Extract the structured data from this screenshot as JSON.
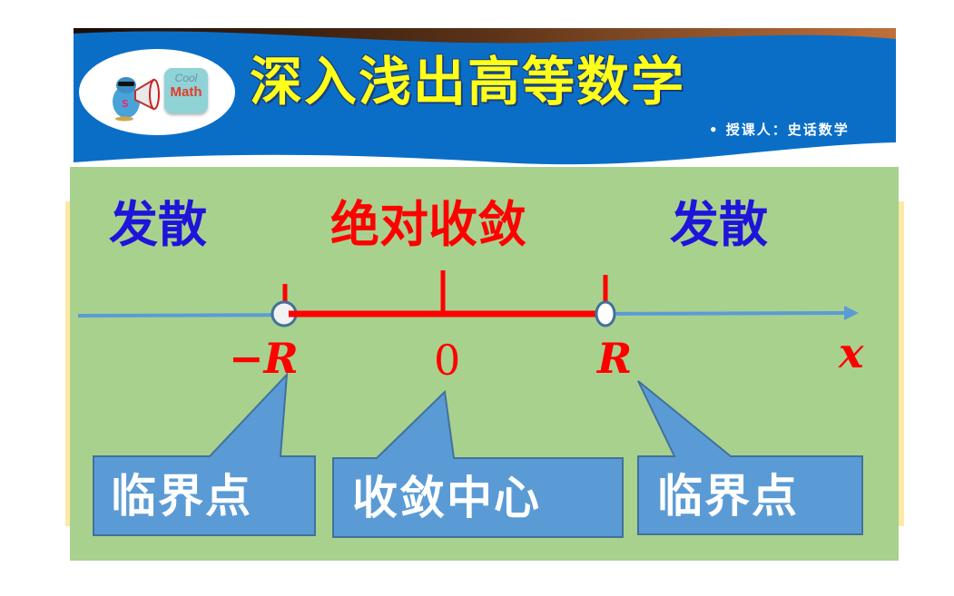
{
  "banner": {
    "title": "深入浅出高等数学",
    "subtitle": "• 授课人：史话数学",
    "logo_icons": [
      "mascot-bird-megaphone-icon",
      "cool-math-app-icon"
    ],
    "coolmath_line1": "Cool",
    "coolmath_line2": "Math",
    "colors": {
      "background": "#0a6ec7",
      "title": "#ffff1a",
      "subtitle": "#ffffff"
    }
  },
  "diagram": {
    "region_labels": {
      "left": "发散",
      "center": "绝对收敛",
      "right": "发散"
    },
    "axis": {
      "variable": "x",
      "points": [
        {
          "label": "−R",
          "kind": "open-circle",
          "role": "endpoint"
        },
        {
          "label": "0",
          "kind": "tick",
          "role": "center"
        },
        {
          "label": "R",
          "kind": "open-circle",
          "role": "endpoint"
        }
      ]
    },
    "callouts": [
      {
        "text": "临界点",
        "points_to": "−R"
      },
      {
        "text": "收敛中心",
        "points_to": "0"
      },
      {
        "text": "临界点",
        "points_to": "R"
      }
    ],
    "colors": {
      "panel_background": "#a9d18e",
      "divergent_label": "#1f14d9",
      "convergent_interval": "#ff0000",
      "axis_line": "#5b9bd5",
      "callout_fill": "#5b9bd5",
      "callout_border": "#41719c"
    }
  }
}
